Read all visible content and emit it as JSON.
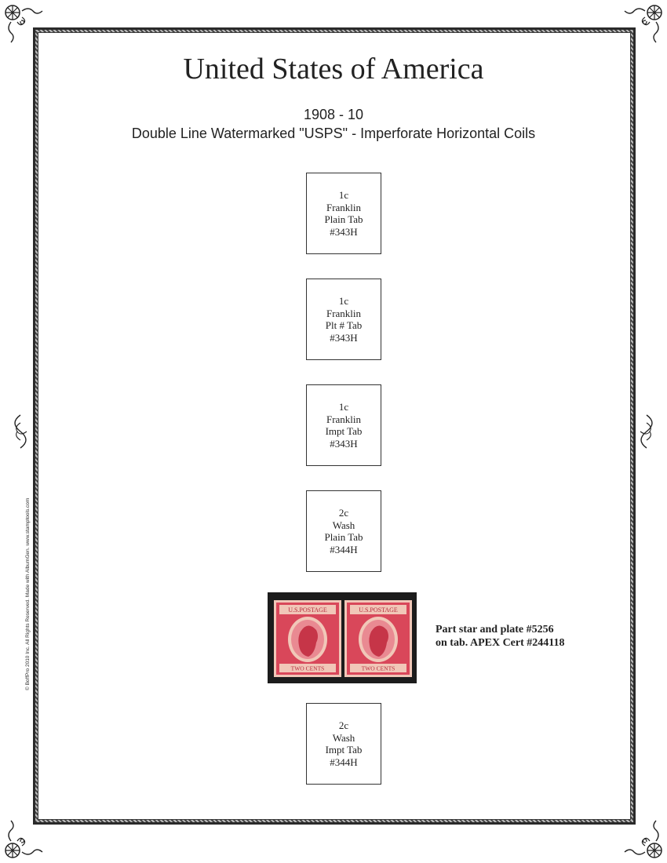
{
  "page": {
    "title": "United States of America",
    "subtitle_years": "1908 - 10",
    "subtitle_issue": "Double Line Watermarked \"USPS\" - Imperforate Horizontal Coils"
  },
  "stamp_spaces": [
    {
      "denomination": "1c",
      "subject": "Franklin",
      "type": "Plain Tab",
      "catalog": "#343H"
    },
    {
      "denomination": "1c",
      "subject": "Franklin",
      "type": "Plt # Tab",
      "catalog": "#343H"
    },
    {
      "denomination": "1c",
      "subject": "Franklin",
      "type": "Impt Tab",
      "catalog": "#343H"
    },
    {
      "denomination": "2c",
      "subject": "Wash",
      "type": "Plain Tab",
      "catalog": "#344H"
    },
    {
      "denomination": "2c",
      "subject": "Wash",
      "type": "Impt Tab",
      "catalog": "#344H"
    }
  ],
  "mounted_stamp": {
    "top_text": "U.S.POSTAGE",
    "bottom_text": "TWO CENTS",
    "colors": {
      "stamp": "#d9475a",
      "stamp_light": "#e98a92",
      "paper": "#f1c7b8",
      "mount": "#1c1c1c"
    }
  },
  "note": {
    "line1": "Part star and plate #5256",
    "line2": "on tab. APEX Cert #244118"
  },
  "copyright": "© BoffPro 2010 Inc. All Rights Reserved. Made with AlbumGen. www.stamptools.com"
}
